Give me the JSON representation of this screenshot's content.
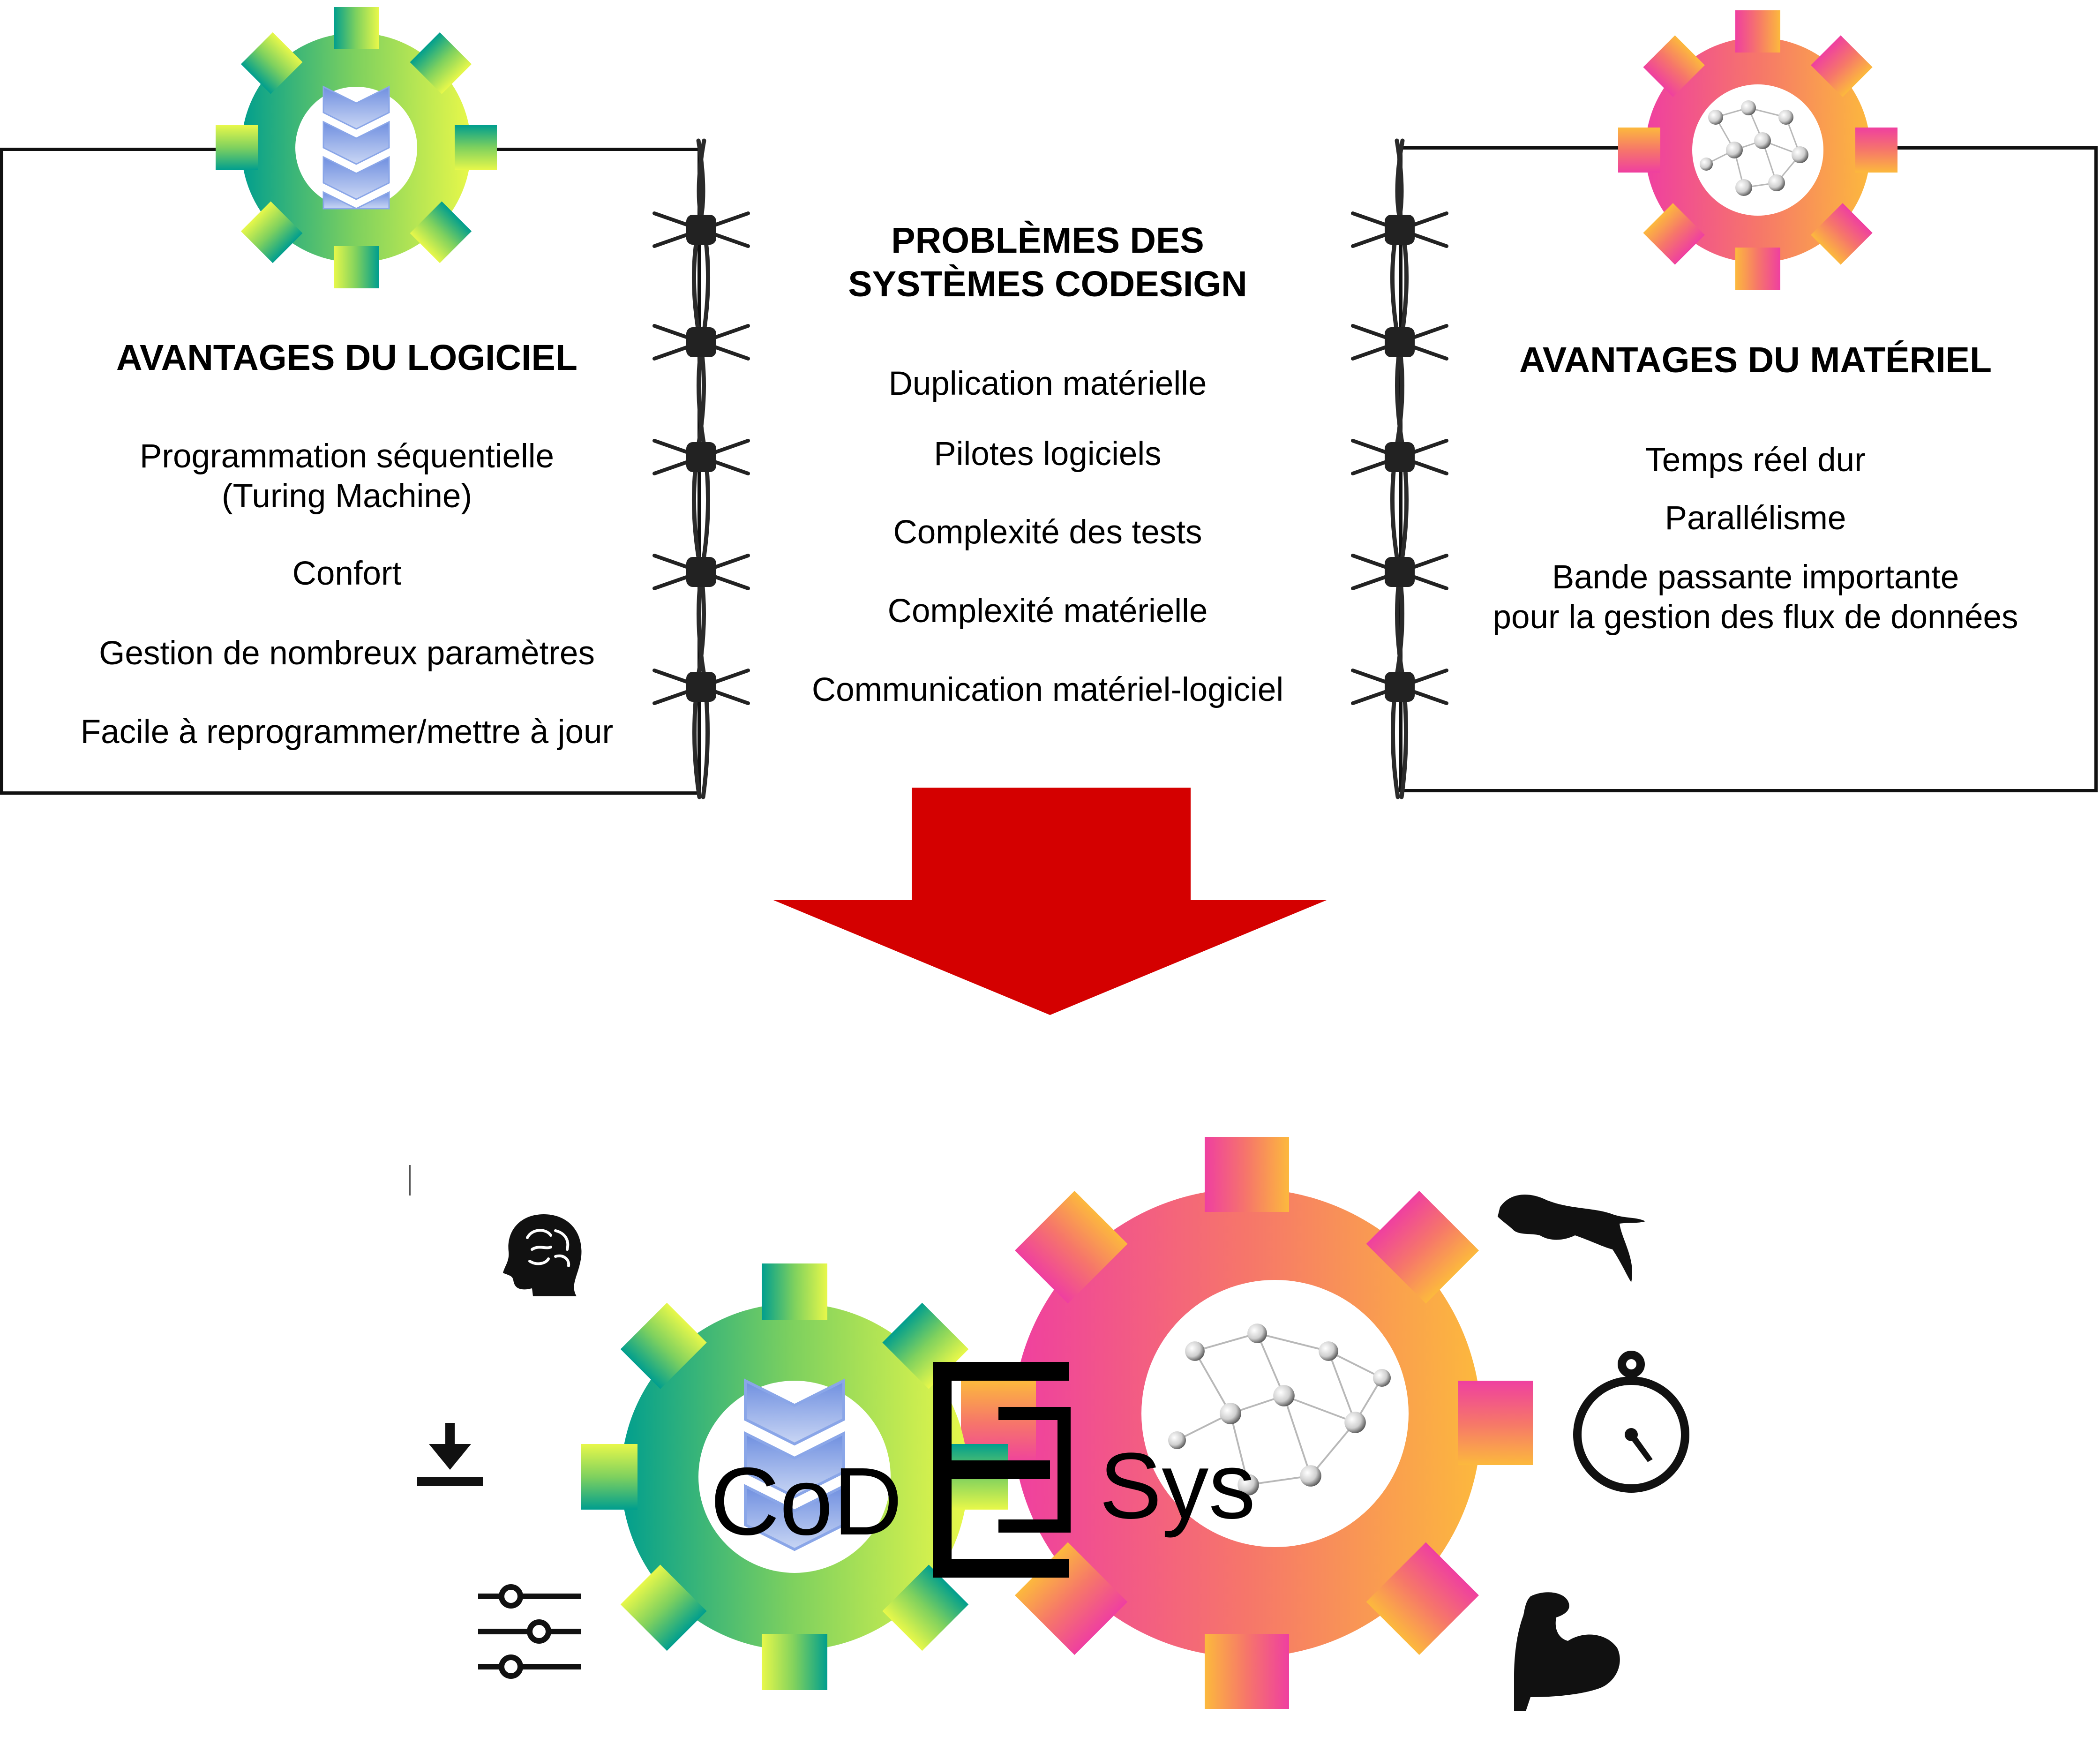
{
  "left_panel": {
    "title": "AVANTAGES DU LOGICIEL",
    "items": [
      "Programmation séquentielle",
      "(Turing Machine)",
      "Confort",
      "Gestion de nombreux paramètres",
      "Facile à reprogrammer/mettre à jour"
    ]
  },
  "center_panel": {
    "title_line1": "PROBLÈMES DES",
    "title_line2": "SYSTÈMES CODESIGN",
    "items": [
      "Duplication matérielle",
      "Pilotes logiciels",
      "Complexité des tests",
      "Complexité matérielle",
      "Communication matériel-logiciel"
    ]
  },
  "right_panel": {
    "title": "AVANTAGES DU MATÉRIEL",
    "items": [
      "Temps réel dur",
      "Parallélisme",
      "Bande passante importante",
      "pour la gestion des flux de données"
    ]
  },
  "logo": {
    "part1": "CoD",
    "part2": "Sys"
  },
  "colors": {
    "arrow": "#d40000",
    "software_gear": [
      "#009e8e",
      "#7fd15e",
      "#e8f84a"
    ],
    "hardware_gear": [
      "#ef3fa0",
      "#f6766a",
      "#fcb93d"
    ],
    "wire": "#2a2a2a"
  },
  "icons": [
    "brain-head-icon",
    "download-icon",
    "sliders-icon",
    "panther-icon",
    "stopwatch-icon",
    "muscle-arm-icon",
    "chevron-stack-icon",
    "network-sphere-icon"
  ]
}
